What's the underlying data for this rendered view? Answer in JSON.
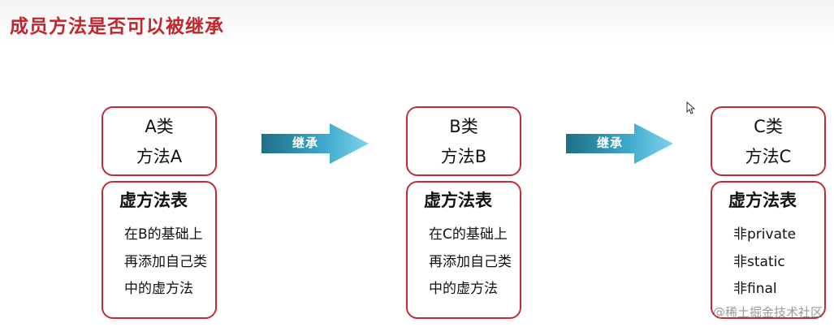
{
  "title": "成员方法是否可以被继承",
  "classes": [
    {
      "class_name": "A类",
      "method": "方法A",
      "vtable_title": "虚方法表",
      "vtable_lines": [
        "在B的基础上",
        "再添加自己类",
        "中的虚方法"
      ]
    },
    {
      "class_name": "B类",
      "method": "方法B",
      "vtable_title": "虚方法表",
      "vtable_lines": [
        "在C的基础上",
        "再添加自己类",
        "中的虚方法"
      ]
    },
    {
      "class_name": "C类",
      "method": "方法C",
      "vtable_title": "虚方法表",
      "vtable_lines": [
        "非private",
        "非static",
        "非final"
      ]
    }
  ],
  "arrows": [
    {
      "label": "继承"
    },
    {
      "label": "继承"
    }
  ],
  "watermark": "@稀土掘金技术社区",
  "colors": {
    "title": "#c0262c",
    "box_border": "#c02d35",
    "arrow_dark": "#1f6f86",
    "arrow_light": "#7fd3ee"
  },
  "icons": {
    "cursor": "mouse-pointer-icon"
  }
}
